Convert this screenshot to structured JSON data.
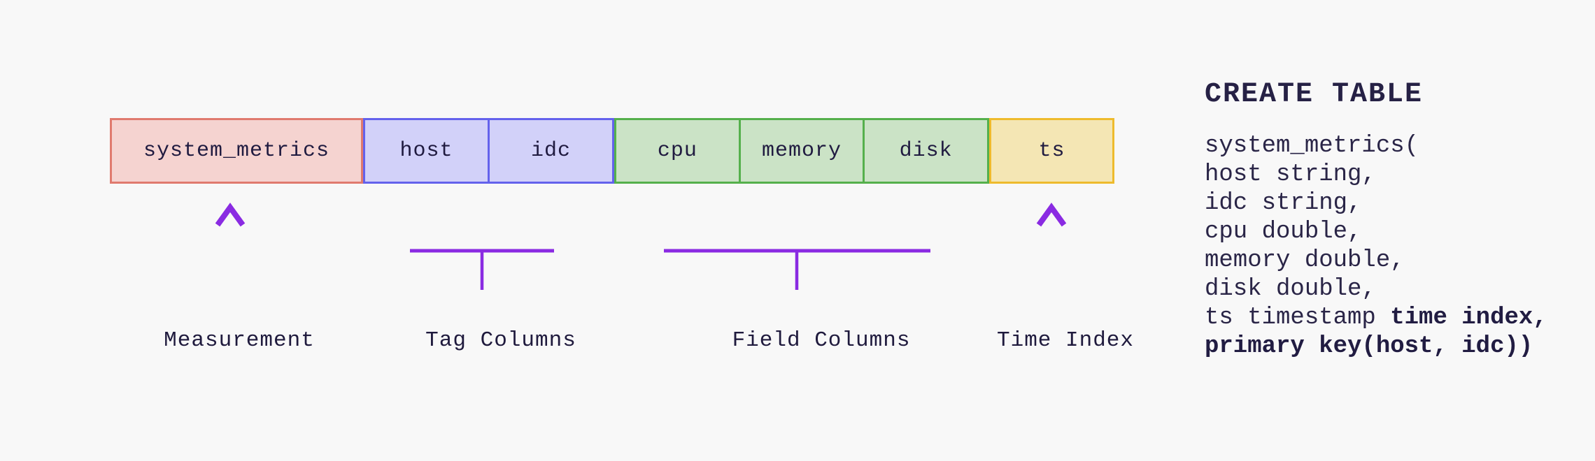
{
  "colors": {
    "background": "#f8f8f8",
    "accent_purple": "#8a2be2",
    "accent_purple_light": "#cab3f1",
    "measurement_bg": "#f5d3d0",
    "measurement_border": "#e07a6e",
    "tag_bg": "#d2d1f9",
    "tag_border": "#6462ec",
    "field_bg": "#cbe3c6",
    "field_border": "#55b04c",
    "time_bg": "#f4e6b4",
    "time_border": "#eebb2d",
    "text": "#211c42"
  },
  "diagram": {
    "cells": [
      {
        "label": "system_metrics",
        "group": "measurement"
      },
      {
        "label": "host",
        "group": "tag"
      },
      {
        "label": "idc",
        "group": "tag"
      },
      {
        "label": "cpu",
        "group": "field"
      },
      {
        "label": "memory",
        "group": "field"
      },
      {
        "label": "disk",
        "group": "field"
      },
      {
        "label": "ts",
        "group": "time"
      }
    ],
    "annotations": [
      {
        "label": "Measurement",
        "type": "arrow",
        "points_to": "system_metrics"
      },
      {
        "label": "Tag Columns",
        "type": "bracket",
        "points_to": "host, idc"
      },
      {
        "label": "Field Columns",
        "type": "bracket",
        "points_to": "cpu, memory, disk"
      },
      {
        "label": "Time Index",
        "type": "arrow",
        "points_to": "ts"
      }
    ]
  },
  "sql": {
    "title": "CREATE TABLE",
    "lines": [
      {
        "segments": [
          {
            "text": "system_metrics(",
            "bold": false
          }
        ]
      },
      {
        "segments": [
          {
            "text": "host string,",
            "bold": false
          }
        ]
      },
      {
        "segments": [
          {
            "text": "idc string,",
            "bold": false
          }
        ]
      },
      {
        "segments": [
          {
            "text": "cpu double,",
            "bold": false
          }
        ]
      },
      {
        "segments": [
          {
            "text": "memory double,",
            "bold": false
          }
        ]
      },
      {
        "segments": [
          {
            "text": "disk double,",
            "bold": false
          }
        ]
      },
      {
        "segments": [
          {
            "text": "ts timestamp ",
            "bold": false
          },
          {
            "text": "time index,",
            "bold": true
          }
        ]
      },
      {
        "segments": [
          {
            "text": "primary key(host, idc))",
            "bold": true
          }
        ]
      }
    ]
  }
}
